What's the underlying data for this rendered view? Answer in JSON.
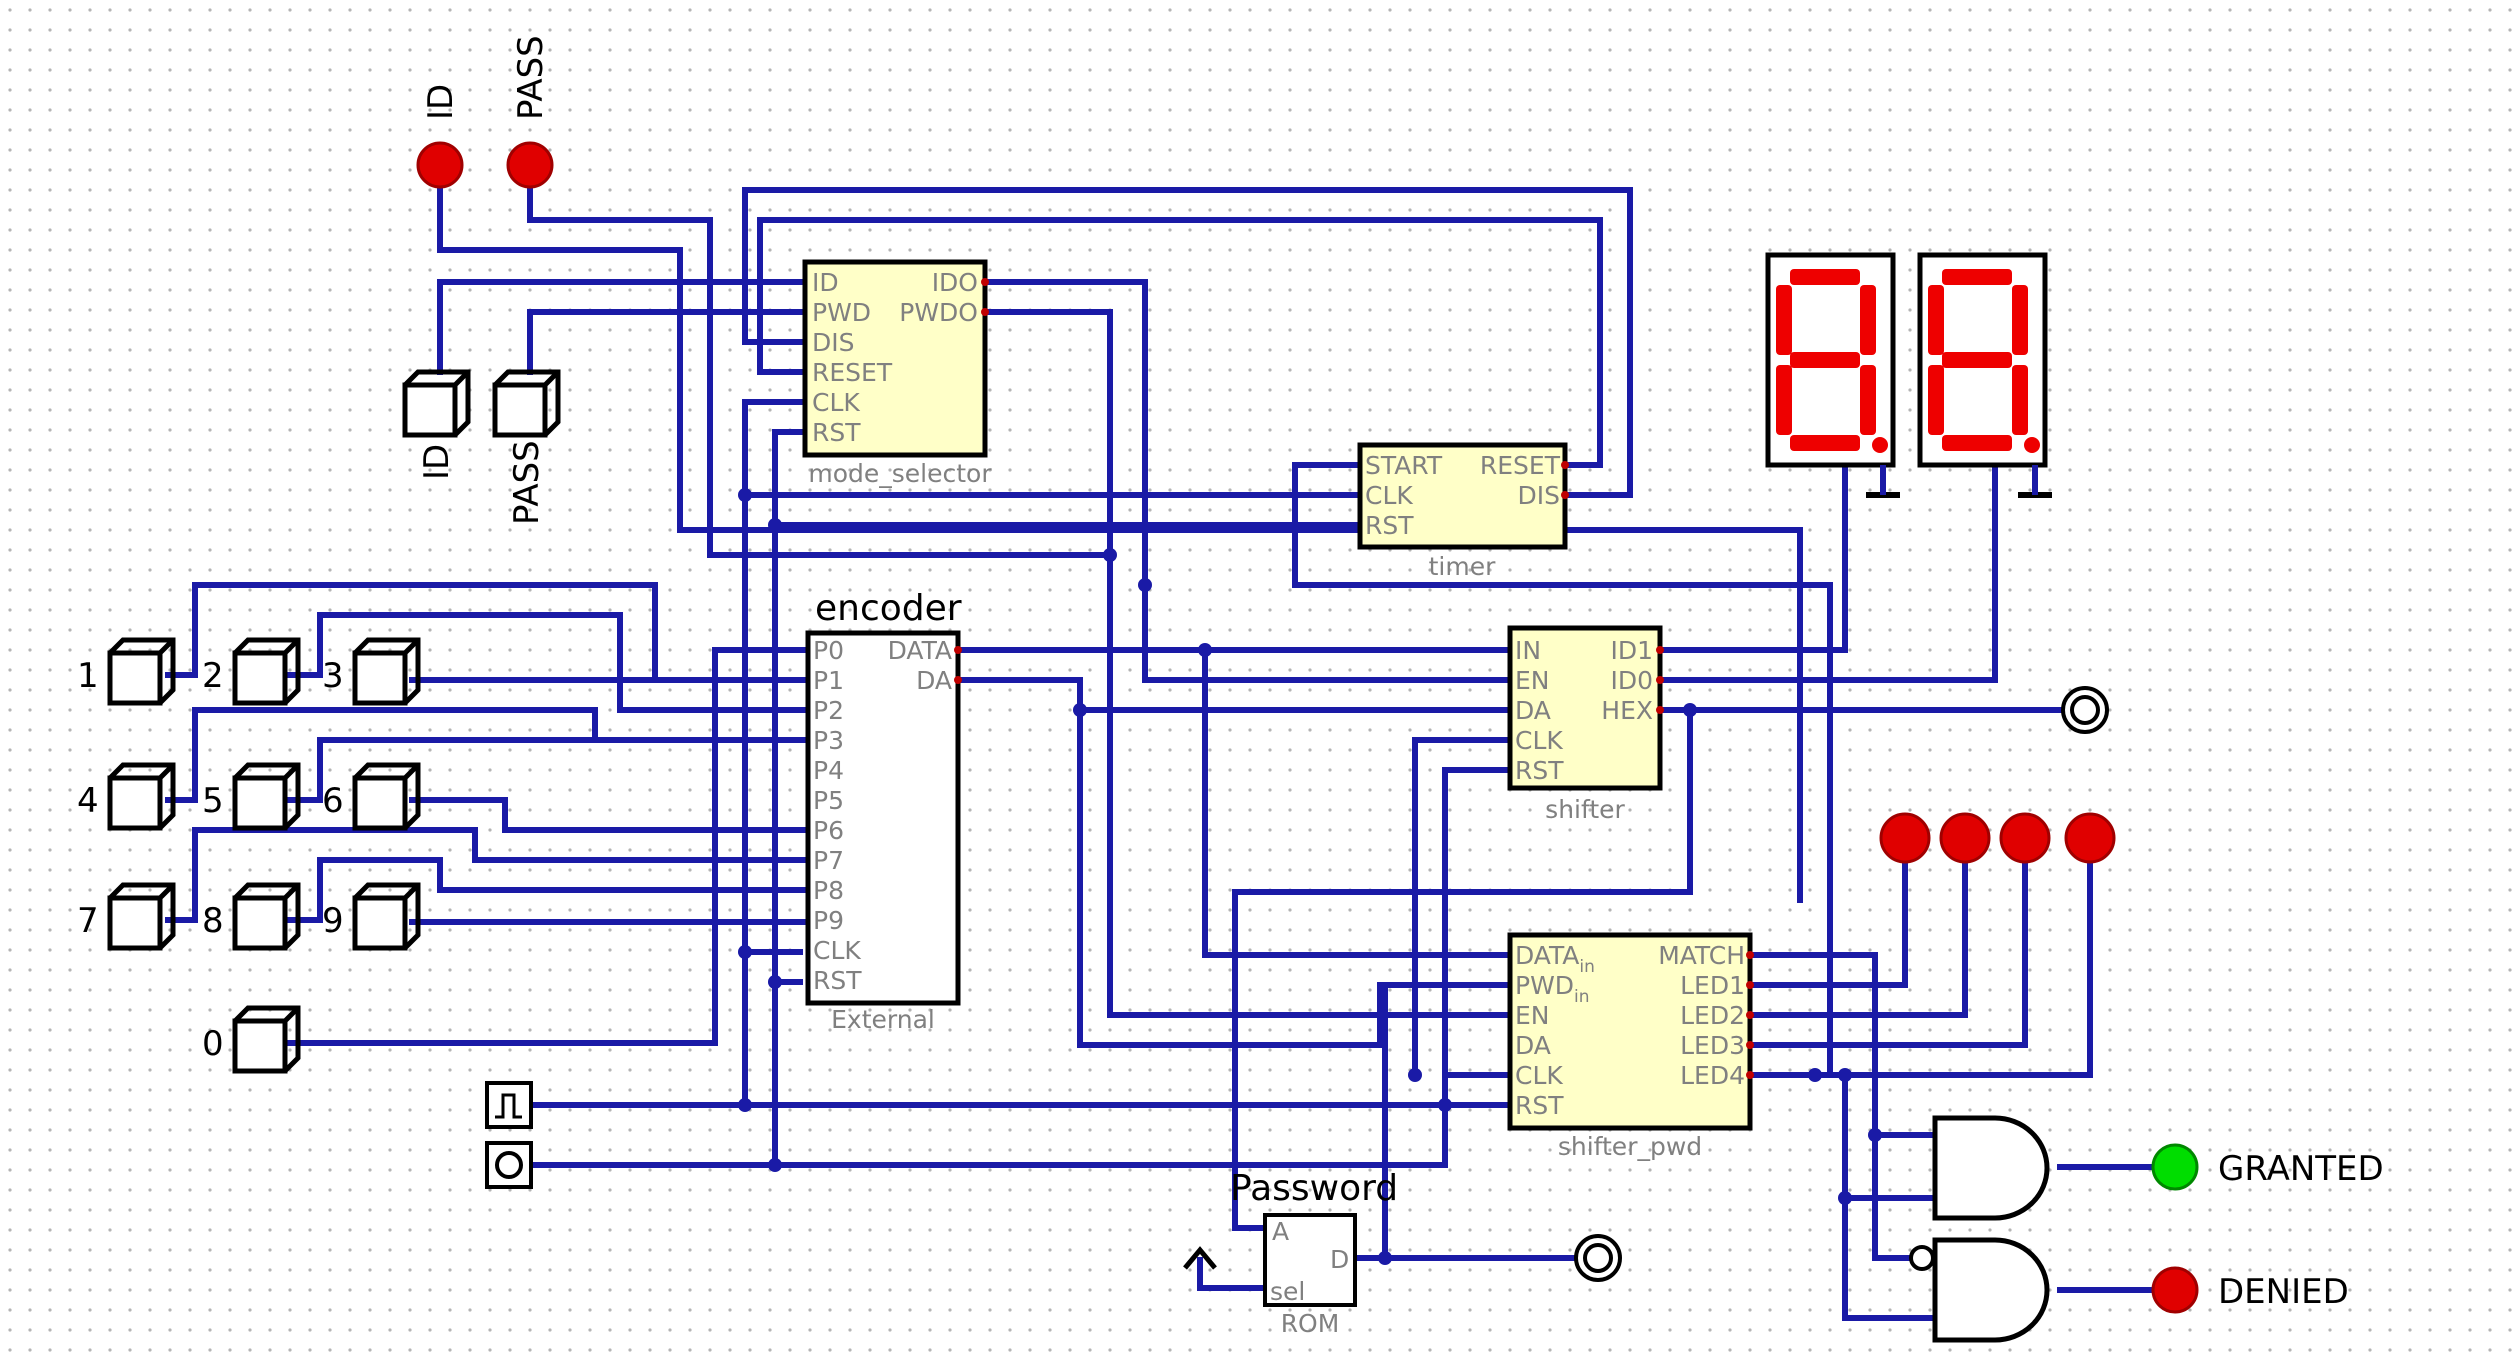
{
  "inputs": {
    "top_id": "ID",
    "top_pass": "PASS",
    "btn_id": "ID",
    "btn_pass": "PASS",
    "keys": [
      "1",
      "2",
      "3",
      "4",
      "5",
      "6",
      "7",
      "8",
      "9",
      "0"
    ]
  },
  "mode_selector": {
    "left_pins": [
      "ID",
      "PWD",
      "DIS",
      "RESET",
      "CLK",
      "RST"
    ],
    "right_pins": [
      "IDO",
      "PWDO"
    ],
    "name": "mode_selector"
  },
  "timer": {
    "left_pins": [
      "START",
      "CLK",
      "RST"
    ],
    "right_pins": [
      "RESET",
      "DIS"
    ],
    "name": "timer"
  },
  "encoder": {
    "title": "encoder",
    "left_pins": [
      "P0",
      "P1",
      "P2",
      "P3",
      "P4",
      "P5",
      "P6",
      "P7",
      "P8",
      "P9",
      "CLK",
      "RST"
    ],
    "right_pins": [
      "DATA",
      "DA"
    ],
    "name": "External"
  },
  "shifter": {
    "left_pins": [
      "IN",
      "EN",
      "DA",
      "CLK",
      "RST"
    ],
    "right_pins": [
      "ID1",
      "ID0",
      "HEX"
    ],
    "name": "shifter"
  },
  "shifter_pwd": {
    "left_pins": [
      {
        "main": "DATA",
        "sub": "in"
      },
      {
        "main": "PWD",
        "sub": "in"
      },
      {
        "main": "EN",
        "sub": ""
      },
      {
        "main": "DA",
        "sub": ""
      },
      {
        "main": "CLK",
        "sub": ""
      },
      {
        "main": "RST",
        "sub": ""
      }
    ],
    "right_pins": [
      "MATCH",
      "LED1",
      "LED2",
      "LED3",
      "LED4"
    ],
    "name": "shifter_pwd"
  },
  "rom": {
    "title": "Password",
    "pin_a": "A",
    "pin_sel": "sel",
    "pin_d": "D",
    "name": "ROM"
  },
  "outputs": {
    "granted": "GRANTED",
    "denied": "DENIED"
  },
  "colors": {
    "wire": "#1a1aa6",
    "led_off": "#e00000",
    "led_on": "#00dd00",
    "segment": "#ee0000",
    "component_fill": "#ffffc8"
  }
}
